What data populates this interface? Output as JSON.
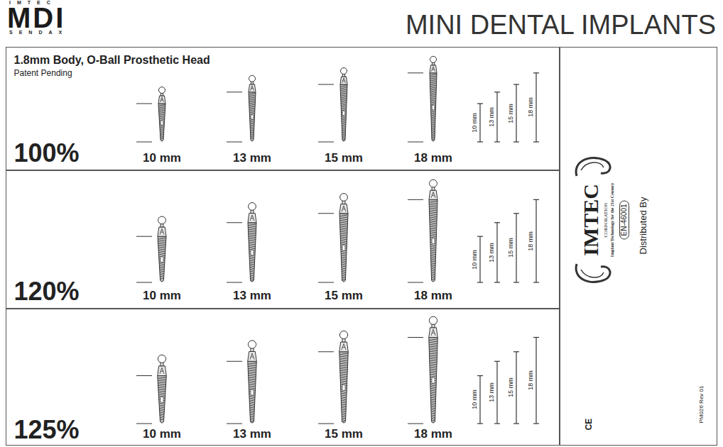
{
  "diagram": {
    "title": "MINI DENTAL IMPLANTS",
    "nodes": [
      {
        "text": [
          "1.8mm Body, O-Ball Prosthetic Head",
          "Patent Pending",
          "100%"
        ]
      },
      {
        "text": [
          "120%"
        ]
      },
      {
        "text": [
          "125%"
        ]
      },
      {
        "text": [
          "IMTEC",
          "CORPORATION",
          "Implant Technology for the 21st Century",
          "EN-46001",
          "Distributed By",
          "CE",
          "PM026 Rev 01"
        ]
      }
    ],
    "labels": [
      "IMTEC",
      "MDI",
      "SENDAX",
      "10 mm",
      "13 mm",
      "15 mm",
      "18 mm",
      "10 mm",
      "13 mm",
      "15 mm",
      "18 mm",
      "10 mm",
      "13 mm",
      "15 mm",
      "18 mm",
      "10 mm",
      "13 mm",
      "15 mm",
      "18 mm",
      "10 mm",
      "13 mm",
      "15 mm",
      "18 mm",
      "10 mm",
      "13 mm",
      "15 mm",
      "18 mm"
    ]
  }
}
